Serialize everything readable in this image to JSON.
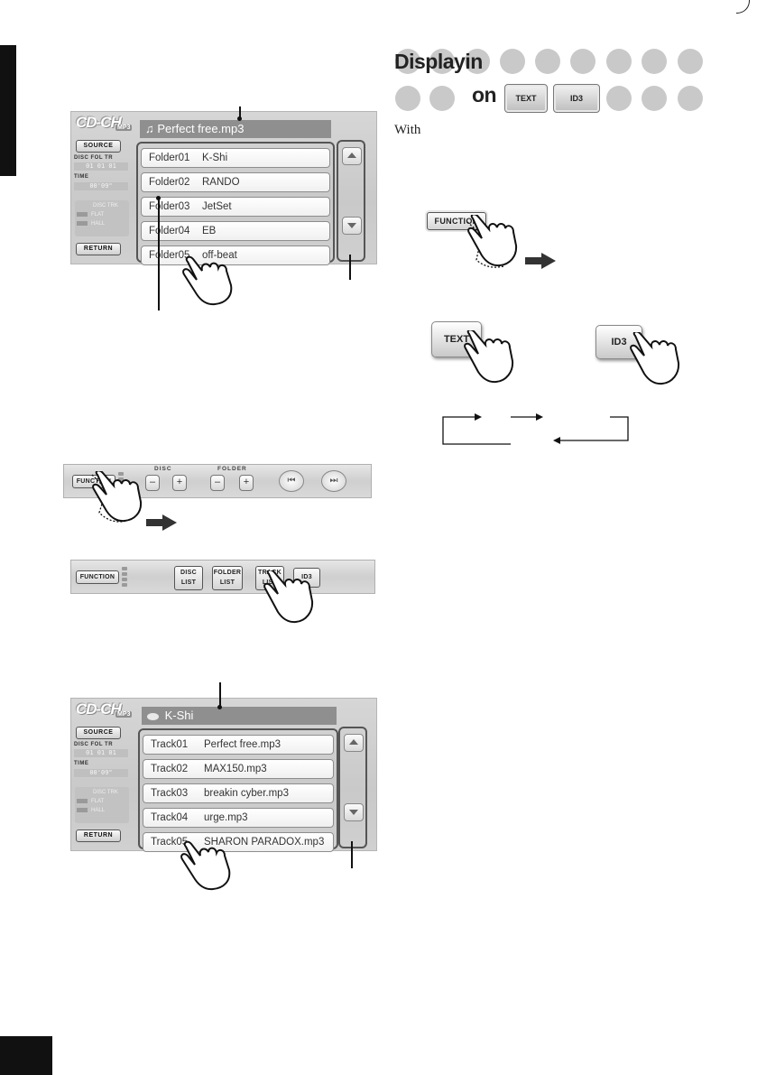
{
  "header": {
    "heading_line1": "Displayin",
    "heading_on": "on",
    "text_button": "TEXT",
    "id3_button": "ID3",
    "body_text": "With"
  },
  "folder_screen": {
    "logo": "CD-CH",
    "logo_badge": "MP3",
    "source_button": "SOURCE",
    "disc_fol_tr_label": "DISC FOL TR",
    "disc_fol_tr_value": "01  01  01",
    "time_label": "TIME",
    "time_value": "00'09\"",
    "eq_header": "DISC  TRK",
    "eq_flat": "FLAT",
    "eq_hall": "HALL",
    "return_button": "RETURN",
    "title_icon": "music-note-icon",
    "title_glyph": "♫",
    "title": "Perfect free.mp3",
    "rows": [
      {
        "num": "Folder01",
        "name": "K-Shi"
      },
      {
        "num": "Folder02",
        "name": "RANDO"
      },
      {
        "num": "Folder03",
        "name": "JetSet"
      },
      {
        "num": "Folder04",
        "name": "EB"
      },
      {
        "num": "Folder05",
        "name": "off-beat"
      }
    ]
  },
  "function_bar_1": {
    "function_button": "FUNCTION",
    "disc_label": "DISC",
    "folder_label": "FOLDER",
    "minus": "–",
    "plus": "+",
    "prev_glyph": "⏮",
    "next_glyph": "⏭"
  },
  "function_bar_2": {
    "function_button": "FUNCTION",
    "disc_list_1": "DISC",
    "disc_list_2": "LIST",
    "folder_list_1": "FOLDER",
    "folder_list_2": "LIST",
    "track_list_1": "TRACK",
    "track_list_2": "LIST",
    "id3_button": "ID3"
  },
  "track_screen": {
    "logo": "CD-CH",
    "logo_badge": "MP3",
    "source_button": "SOURCE",
    "disc_fol_tr_label": "DISC FOL TR",
    "disc_fol_tr_value": "01  01  01",
    "time_label": "TIME",
    "time_value": "00'09\"",
    "eq_header": "DISC  TRK",
    "eq_flat": "FLAT",
    "eq_hall": "HALL",
    "return_button": "RETURN",
    "title_icon": "folder-disc-icon",
    "title": "K-Shi",
    "rows": [
      {
        "num": "Track01",
        "name": "Perfect free.mp3"
      },
      {
        "num": "Track02",
        "name": "MAX150.mp3"
      },
      {
        "num": "Track03",
        "name": "breakin cyber.mp3"
      },
      {
        "num": "Track04",
        "name": "urge.mp3"
      },
      {
        "num": "Track05",
        "name": "SHARON PARADOX.mp3"
      }
    ]
  },
  "right_panel": {
    "function_button": "FUNCTION",
    "text_button": "TEXT",
    "id3_button": "ID3"
  }
}
